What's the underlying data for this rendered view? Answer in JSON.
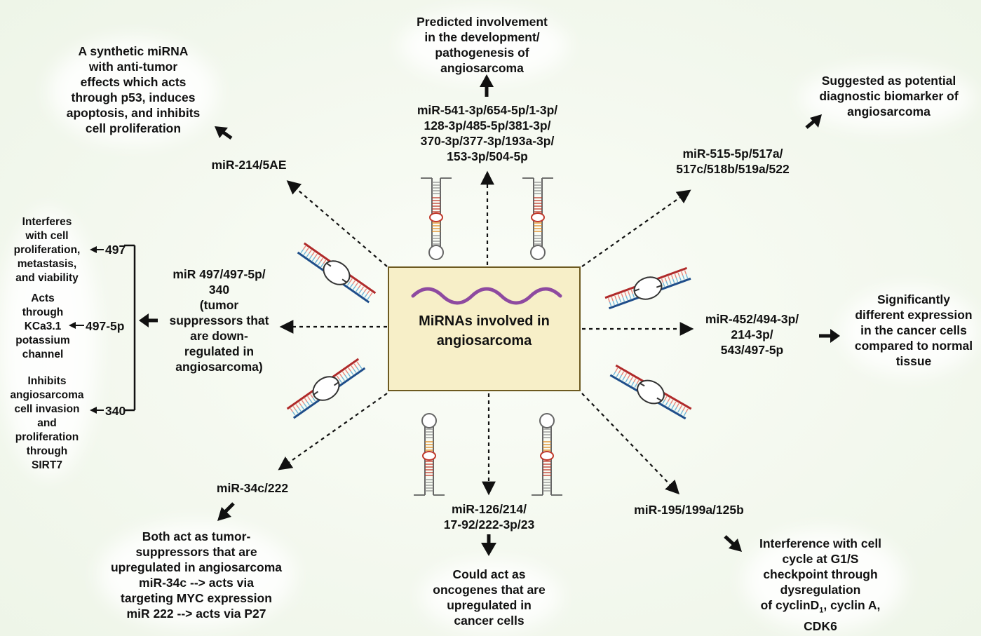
{
  "center": {
    "title": "MiRNAs involved in\nangiosarcoma"
  },
  "top": {
    "outcome": "Predicted involvement\nin the development/\npathogenesis of\nangiosarcoma",
    "mirnas": "miR-541-3p/654-5p/1-3p/\n128-3p/485-5p/381-3p/\n370-3p/377-3p/193a-3p/\n153-3p/504-5p"
  },
  "top_left": {
    "outcome": "A synthetic miRNA\nwith anti-tumor\neffects which acts\nthrough p53, induces\napoptosis, and inhibits\ncell proliferation",
    "mirnas": "miR-214/5AE"
  },
  "top_right": {
    "outcome": "Suggested as potential\ndiagnostic biomarker of\nangiosarcoma",
    "mirnas": "miR-515-5p/517a/\n517c/518b/519a/522"
  },
  "left": {
    "mirnas": "miR 497/497-5p/\n340\n(tumor\nsuppressors that\nare down-\nregulated in\nangiosarcoma)",
    "items": [
      {
        "label": "497",
        "effect": "Interferes\nwith cell\nproliferation,\nmetastasis,\nand viability"
      },
      {
        "label": "497-5p",
        "effect": "Acts\nthrough\nKCa3.1\npotassium\nchannel"
      },
      {
        "label": "340",
        "effect": "Inhibits\nangiosarcoma\ncell invasion\nand\nproliferation\nthrough\nSIRT7"
      }
    ]
  },
  "right": {
    "mirnas": "miR-452/494-3p/\n214-3p/\n543/497-5p",
    "outcome": "Significantly\ndifferent expression\nin the cancer cells\ncompared to normal\ntissue"
  },
  "bottom_left": {
    "mirnas": "miR-34c/222",
    "outcome": "Both act as tumor-\nsuppressors that are\nupregulated in angiosarcoma\nmiR-34c --> acts via\ntargeting MYC expression\nmiR 222 --> acts via P27"
  },
  "bottom": {
    "mirnas": "miR-126/214/\n17-92/222-3p/23",
    "outcome": "Could act as\noncogenes that are\nupregulated in\ncancer cells"
  },
  "bottom_right": {
    "mirnas": "miR-195/199a/125b",
    "outcome_line1": "Interference with cell\ncycle at G1/S\ncheckpoint through\ndysregulation\nof cyclinD",
    "outcome_sub": "1",
    "outcome_line2": ", cyclin A,\nCDK6"
  },
  "colors": {
    "box_fill": "#f7efc8",
    "box_border": "#6d5a20",
    "wave": "#8e4aa0",
    "strand_red": "#b02a2a",
    "strand_blue": "#1f4e8a",
    "strand_orange": "#e08a1e"
  }
}
